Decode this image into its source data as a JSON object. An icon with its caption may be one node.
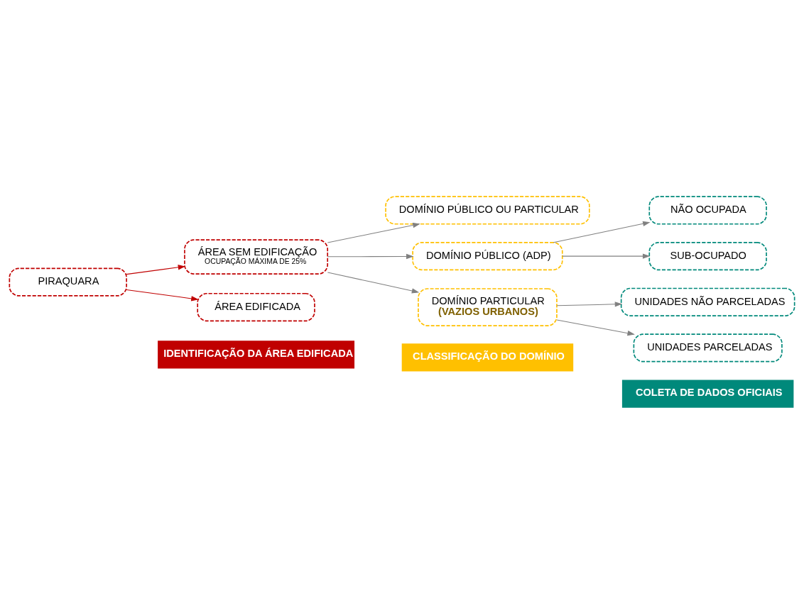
{
  "diagram": {
    "nodes": [
      {
        "text": [
          "PIRAQUARA"
        ]
      },
      {
        "text": [
          "ÁREA SEM EDIFICAÇÃO",
          "OCUPAÇÃO MÁXIMA DE 25%"
        ]
      },
      {
        "text": [
          "ÁREA EDIFICADA"
        ]
      },
      {
        "text": [
          "DOMÍNIO PÚBLICO OU PARTICULAR"
        ]
      },
      {
        "text": [
          "DOMÍNIO PÚBLICO (ADP)"
        ]
      },
      {
        "text": [
          "DOMÍNIO PARTICULAR",
          "(VAZIOS URBANOS)"
        ]
      },
      {
        "text": [
          "NÃO OCUPADA"
        ]
      },
      {
        "text": [
          "SUB-OCUPADO"
        ]
      },
      {
        "text": [
          "UNIDADES NÃO PARCELADAS"
        ]
      },
      {
        "text": [
          "UNIDADES PARCELADAS"
        ]
      }
    ],
    "edges": [
      {
        "from": 0,
        "to": 1,
        "arrow": "to",
        "color": "#c00000"
      },
      {
        "from": 0,
        "to": 2,
        "arrow": "to",
        "color": "#c00000"
      },
      {
        "from": 1,
        "to": 3,
        "arrow": "to"
      },
      {
        "from": 1,
        "to": 4,
        "arrow": "to"
      },
      {
        "from": 1,
        "to": 5,
        "arrow": "to"
      },
      {
        "from": 4,
        "to": 6,
        "arrow": "to"
      },
      {
        "from": 4,
        "to": 7,
        "arrow": "to"
      },
      {
        "from": 5,
        "to": 8,
        "arrow": "to"
      },
      {
        "from": 5,
        "to": 9,
        "arrow": "to"
      }
    ],
    "legend": [
      {
        "text": "IDENTIFICAÇÃO DA ÁREA EDIFICADA",
        "color": "#c00000"
      },
      {
        "text": "CLASSIFICAÇÃO DO DOMÍNIO",
        "color": "#ffc000"
      },
      {
        "text": "COLETA DE DADOS OFICIAIS",
        "color": "#00897b"
      }
    ]
  }
}
